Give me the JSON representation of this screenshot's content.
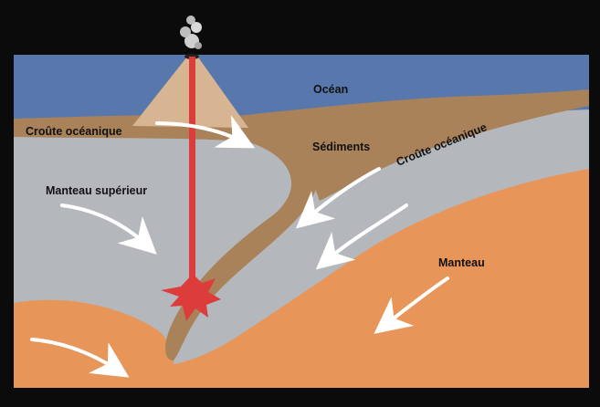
{
  "labels": {
    "ocean": "Océan",
    "crust_left": "Croûte océanique",
    "crust_right": "Croûte océanique",
    "sediments": "Sédiments",
    "upper_mantle": "Manteau supérieur",
    "mantle": "Manteau"
  },
  "colors": {
    "border": "#0b0b0b",
    "ocean": "#5878ad",
    "upper_mantle": "#b4b8bd",
    "crust": "#a9825a",
    "mantle": "#e8955a",
    "volcano": "#d8b592",
    "magma": "#dc3c3a",
    "arrow": "#ffffff"
  }
}
